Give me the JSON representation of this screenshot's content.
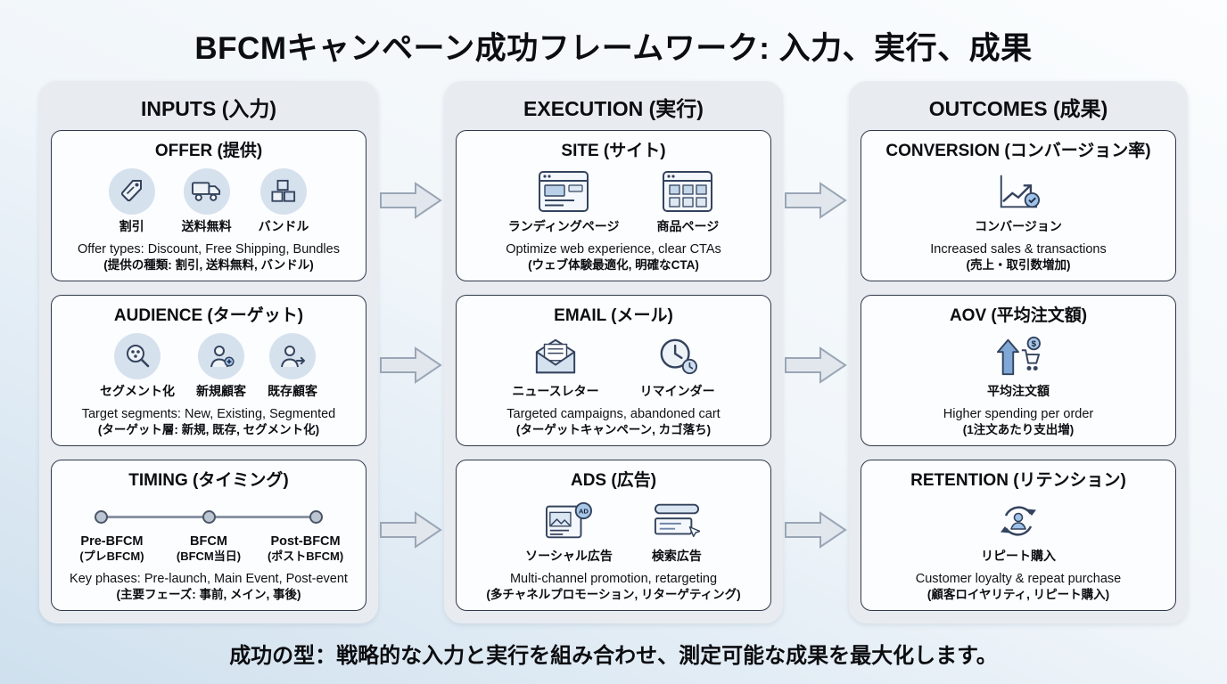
{
  "title": "BFCMキャンペーン成功フレームワーク: 入力、実行、成果",
  "footer": "成功の型：戦略的な入力と実行を組み合わせ、測定可能な成果を最大化します。",
  "columns": [
    {
      "header": "INPUTS (入力)",
      "cards": [
        {
          "title": "OFFER (提供)",
          "items": [
            {
              "icon": "discount-tag-icon",
              "label": "割引"
            },
            {
              "icon": "free-shipping-truck-icon",
              "label": "送料無料"
            },
            {
              "icon": "bundle-boxes-icon",
              "label": "バンドル"
            }
          ],
          "caption_en": "Offer types: Discount, Free Shipping, Bundles",
          "caption_jp": "(提供の種類: 割引, 送料無料, バンドル)"
        },
        {
          "title": "AUDIENCE (ターゲット)",
          "items": [
            {
              "icon": "segmentation-magnifier-icon",
              "label": "セグメント化"
            },
            {
              "icon": "new-customer-icon",
              "label": "新規顧客"
            },
            {
              "icon": "existing-customer-icon",
              "label": "既存顧客"
            }
          ],
          "caption_en": "Target segments: New, Existing, Segmented",
          "caption_jp": "(ターゲット層: 新規, 既存, セグメント化)"
        },
        {
          "title": "TIMING (タイミング)",
          "phases": [
            {
              "en": "Pre-BFCM",
              "jp": "(プレBFCM)"
            },
            {
              "en": "BFCM",
              "jp": "(BFCM当日)"
            },
            {
              "en": "Post-BFCM",
              "jp": "(ポストBFCM)"
            }
          ],
          "caption_en": "Key phases: Pre-launch, Main Event, Post-event",
          "caption_jp": "(主要フェーズ: 事前, メイン, 事後)"
        }
      ]
    },
    {
      "header": "EXECUTION (実行)",
      "cards": [
        {
          "title": "SITE (サイト)",
          "items": [
            {
              "icon": "landing-page-icon",
              "label": "ランディングページ"
            },
            {
              "icon": "product-page-icon",
              "label": "商品ページ"
            }
          ],
          "caption_en": "Optimize web experience, clear CTAs",
          "caption_jp": "(ウェブ体験最適化, 明確なCTA)"
        },
        {
          "title": "EMAIL (メール)",
          "items": [
            {
              "icon": "newsletter-envelope-icon",
              "label": "ニュースレター"
            },
            {
              "icon": "reminder-clock-icon",
              "label": "リマインダー"
            }
          ],
          "caption_en": "Targeted campaigns, abandoned cart",
          "caption_jp": "(ターゲットキャンペーン, カゴ落ち)"
        },
        {
          "title": "ADS (広告)",
          "items": [
            {
              "icon": "social-ad-icon",
              "label": "ソーシャル広告"
            },
            {
              "icon": "search-ad-icon",
              "label": "検索広告"
            }
          ],
          "caption_en": "Multi-channel promotion, retargeting",
          "caption_jp": "(多チャネルプロモーション, リターゲティング)"
        }
      ]
    },
    {
      "header": "OUTCOMES (成果)",
      "cards": [
        {
          "title": "CONVERSION (コンバージョン率)",
          "items": [
            {
              "icon": "conversion-chart-icon",
              "label": "コンバージョン"
            }
          ],
          "caption_en": "Increased sales & transactions",
          "caption_jp": "(売上・取引数増加)"
        },
        {
          "title": "AOV (平均注文額)",
          "items": [
            {
              "icon": "aov-cart-arrow-icon",
              "label": "平均注文額"
            }
          ],
          "caption_en": "Higher spending per order",
          "caption_jp": "(1注文あたり支出増)"
        },
        {
          "title": "RETENTION (リテンション)",
          "items": [
            {
              "icon": "repeat-purchase-icon",
              "label": "リピート購入"
            }
          ],
          "caption_en": "Customer loyalty & repeat purchase",
          "caption_jp": "(顧客ロイヤリティ, リピート購入)"
        }
      ]
    }
  ]
}
